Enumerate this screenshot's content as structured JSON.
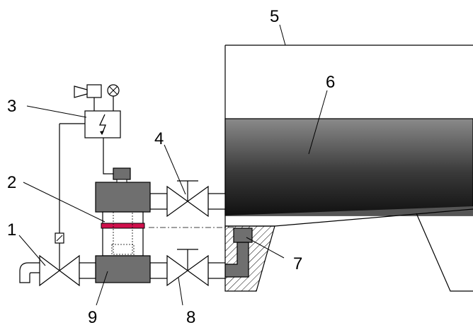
{
  "callouts": {
    "n1": "1",
    "n2": "2",
    "n3": "3",
    "n4": "4",
    "n5": "5",
    "n6": "6",
    "n7": "7",
    "n8": "8",
    "n9": "9"
  },
  "colors": {
    "body_gray": "#6f6f6f",
    "liquid_dark": "#1a1a1a",
    "liquid_light": "#8a8a8a",
    "level_mark_red": "#d0104c",
    "outline": "#000000"
  },
  "icons": [
    "horn-icon",
    "signal-lamp-icon",
    "lightning-icon",
    "solenoid-icon",
    "valve-icon",
    "plug-icon"
  ]
}
